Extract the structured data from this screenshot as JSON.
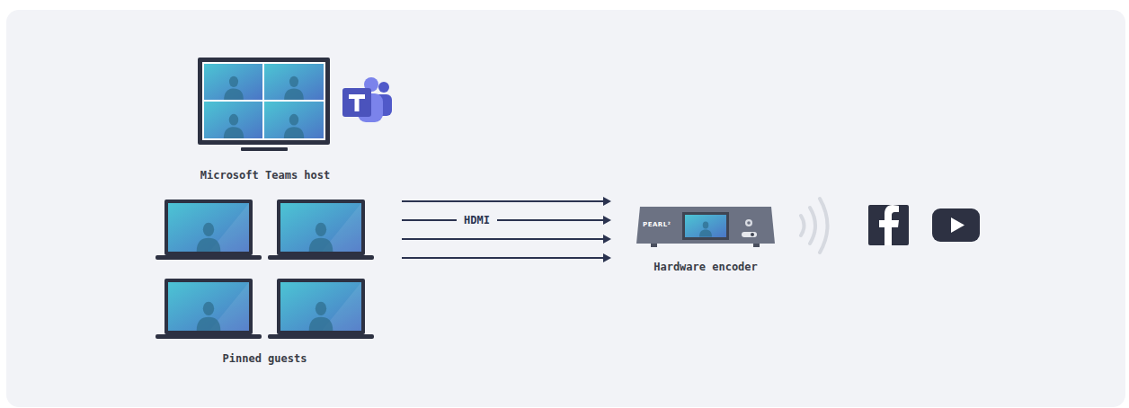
{
  "diagram": {
    "nodes": [
      {
        "text": [
          "Microsoft Teams host"
        ]
      },
      {
        "text": [
          "Pinned guests"
        ]
      },
      {
        "text": [
          "Hardware encoder"
        ]
      }
    ],
    "edges": [
      {
        "from": 1,
        "to": 2,
        "arrow": "to"
      },
      {
        "from": 1,
        "to": 2,
        "arrow": "to",
        "label": "HDMI"
      },
      {
        "from": 1,
        "to": 2,
        "arrow": "to"
      },
      {
        "from": 1,
        "to": 2,
        "arrow": "to"
      }
    ],
    "labels": [
      "PEARL²"
    ]
  }
}
